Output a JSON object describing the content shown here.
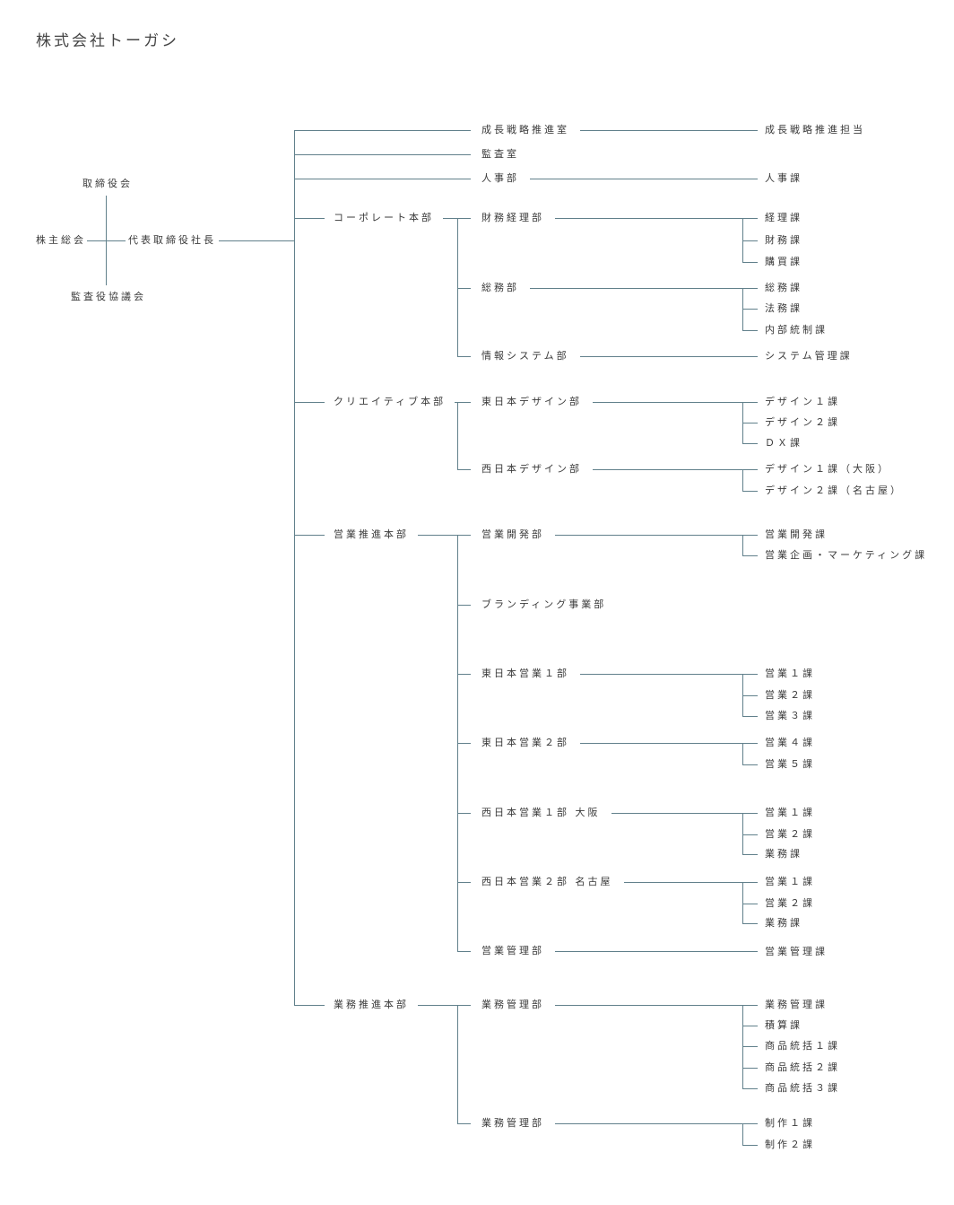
{
  "title": "株式会社トーガシ",
  "governance": {
    "board": "取締役会",
    "shareholders": "株主総会",
    "president": "代表取締役社長",
    "auditors": "監査役協議会"
  },
  "direct": [
    {
      "name": "成長戦略推進室",
      "children": [
        "成長戦略推進担当"
      ]
    },
    {
      "name": "監査室",
      "children": []
    },
    {
      "name": "人事部",
      "children": [
        "人事課"
      ]
    }
  ],
  "divisions": [
    {
      "name": "コーポレート本部",
      "departments": [
        {
          "name": "財務経理部",
          "children": [
            "経理課",
            "財務課",
            "購買課"
          ]
        },
        {
          "name": "総務部",
          "children": [
            "総務課",
            "法務課",
            "内部統制課"
          ]
        },
        {
          "name": "情報システム部",
          "children": [
            "システム管理課"
          ]
        }
      ]
    },
    {
      "name": "クリエイティブ本部",
      "departments": [
        {
          "name": "東日本デザイン部",
          "children": [
            "デザイン１課",
            "デザイン２課",
            "ＤＸ課"
          ]
        },
        {
          "name": "西日本デザイン部",
          "children": [
            "デザイン１課（大阪）",
            "デザイン２課（名古屋）"
          ]
        }
      ]
    },
    {
      "name": "営業推進本部",
      "departments": [
        {
          "name": "営業開発部",
          "children": [
            "営業開発課",
            "営業企画・マーケティング課"
          ]
        },
        {
          "name": "ブランディング事業部",
          "children": []
        },
        {
          "name": "東日本営業１部",
          "children": [
            "営業１課",
            "営業２課",
            "営業３課"
          ]
        },
        {
          "name": "東日本営業２部",
          "children": [
            "営業４課",
            "営業５課"
          ]
        },
        {
          "name": "西日本営業１部 大阪",
          "children": [
            "営業１課",
            "営業２課",
            "業務課"
          ]
        },
        {
          "name": "西日本営業２部 名古屋",
          "children": [
            "営業１課",
            "営業２課",
            "業務課"
          ]
        },
        {
          "name": "営業管理部",
          "children": [
            "営業管理課"
          ]
        }
      ]
    },
    {
      "name": "業務推進本部",
      "departments": [
        {
          "name": "業務管理部",
          "children": [
            "業務管理課",
            "積算課",
            "商品統括１課",
            "商品統括２課",
            "商品統括３課"
          ]
        },
        {
          "name": "業務管理部",
          "children": [
            "制作１課",
            "制作２課"
          ]
        }
      ]
    }
  ],
  "colors": {
    "line": "#61808b",
    "text": "#3a3a3a"
  }
}
